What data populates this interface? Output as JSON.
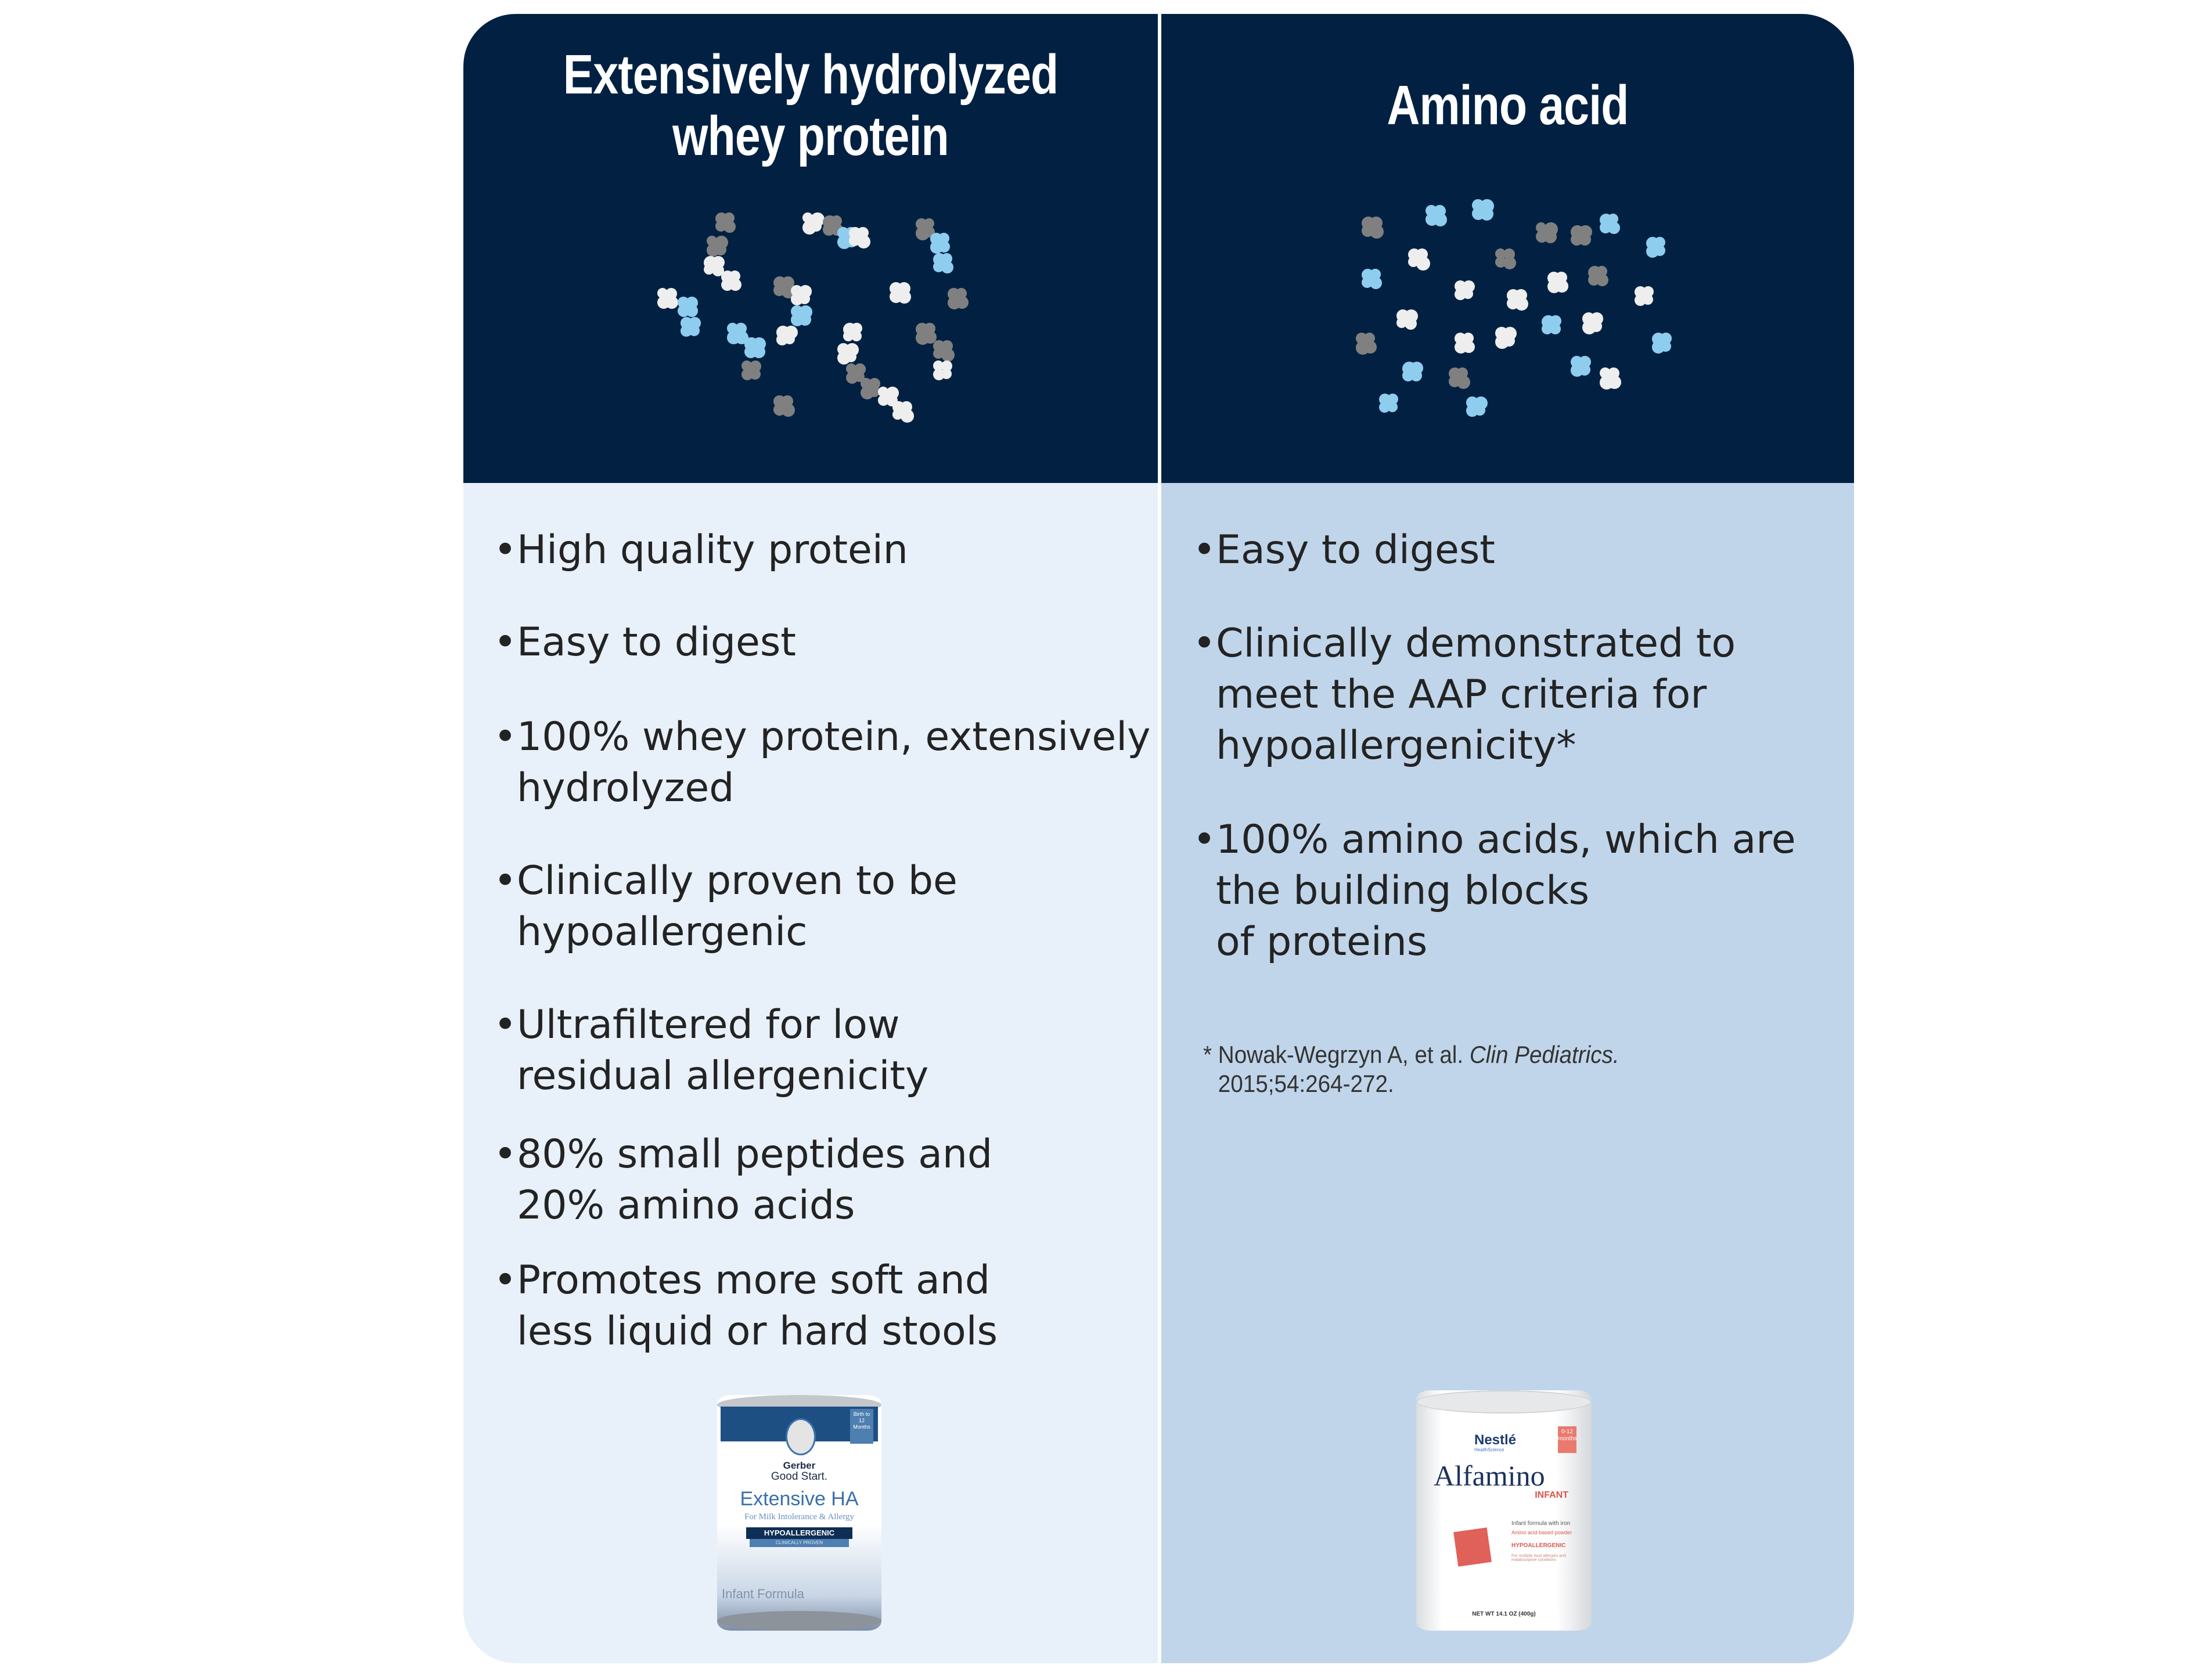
{
  "left": {
    "title_line1": "Extensively hydrolyzed",
    "title_line2": "whey protein",
    "bullets": [
      "High quality protein",
      "Easy to digest",
      "100% whey protein, extensively\nhydrolyzed",
      "Clinically proven to be\nhypoallergenic",
      "Ultrafiltered for low\nresidual allergenicity",
      "80% small peptides and\n20% amino acids",
      "Promotes more soft and\nless liquid or hard stools"
    ],
    "product": {
      "age": "Birth to 12 Months",
      "brand1": "Gerber",
      "brand2": "Good Start.",
      "name": "Extensive HA",
      "sub": "For Milk Intolerance & Allergy",
      "badge": "HYPOALLERGENIC",
      "badge_sub": "CLINICALLY PROVEN",
      "type": "Infant Formula"
    }
  },
  "right": {
    "title": "Amino acid",
    "bullets": [
      "Easy to digest",
      "Clinically demonstrated to\nmeet the AAP criteria for\nhypoallergenicity*",
      "100% amino acids, which are\nthe building blocks\nof proteins"
    ],
    "footnote": {
      "mark": "*",
      "authors": "Nowak-Wegrzyn A, et al.",
      "journal": "Clin Pediatrics.",
      "citation": "2015;54:264-272."
    },
    "product": {
      "maker": "Nestlé",
      "maker_sub": "HealthScience",
      "age": "0-12 months",
      "name": "Alfamino",
      "name_sub": "INFANT",
      "desc1": "Infant formula with iron",
      "desc2": "Amino acid-based powder",
      "badge": "HYPOALLERGENIC",
      "desc3": "For multiple food allergies and malabsorptive conditions",
      "net_wt": "NET WT 14.1 OZ (400g)"
    }
  },
  "colors": {
    "header": "#022142",
    "left_body": "#e8f0f9",
    "right_body": "#c0d5ea",
    "molecule_white": "#eeeeee",
    "molecule_gray": "#808080",
    "molecule_blue": "#8fcdee"
  }
}
